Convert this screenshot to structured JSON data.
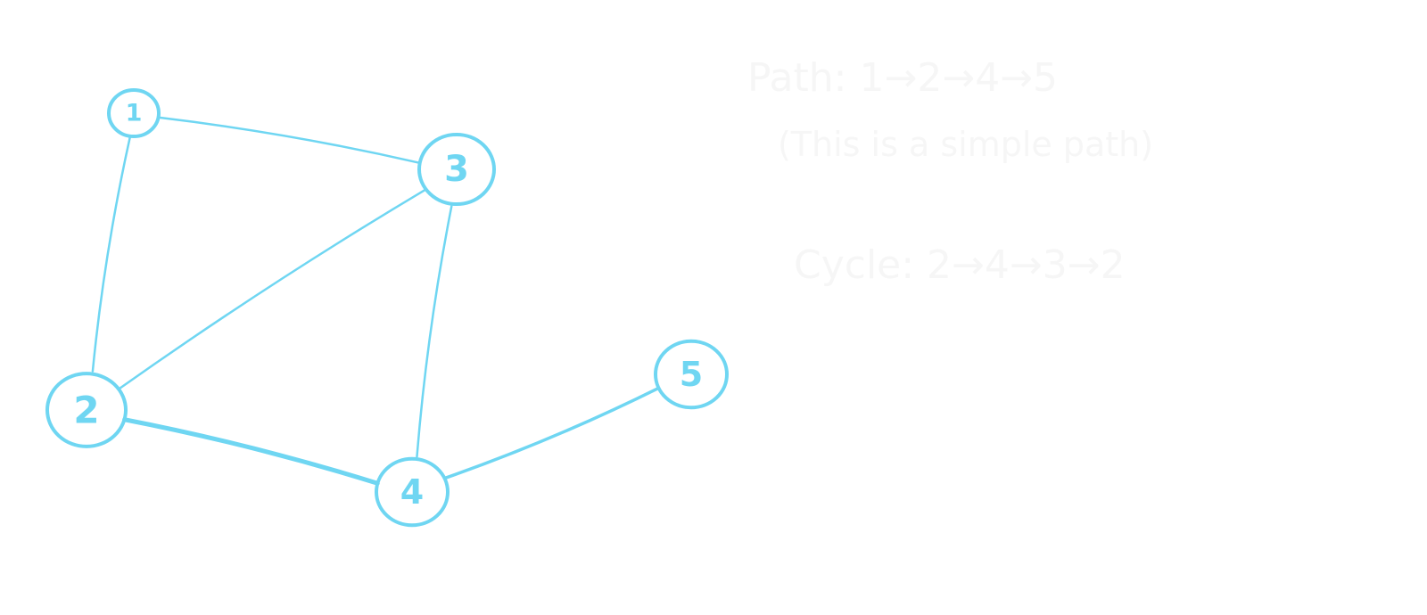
{
  "graph": {
    "color": "#6fd6f2",
    "nodes": [
      {
        "id": "1",
        "label": "1"
      },
      {
        "id": "2",
        "label": "2"
      },
      {
        "id": "3",
        "label": "3"
      },
      {
        "id": "4",
        "label": "4"
      },
      {
        "id": "5",
        "label": "5"
      }
    ],
    "edges": [
      {
        "from": "1",
        "to": "3"
      },
      {
        "from": "1",
        "to": "2"
      },
      {
        "from": "2",
        "to": "3"
      },
      {
        "from": "3",
        "to": "4"
      },
      {
        "from": "2",
        "to": "4"
      },
      {
        "from": "4",
        "to": "5"
      }
    ]
  },
  "notes": {
    "path": "Path: 1→2→4→5",
    "path_note": "(This is a simple path)",
    "cycle": "Cycle: 2→4→3→2",
    "color": "#f6f6f6"
  }
}
